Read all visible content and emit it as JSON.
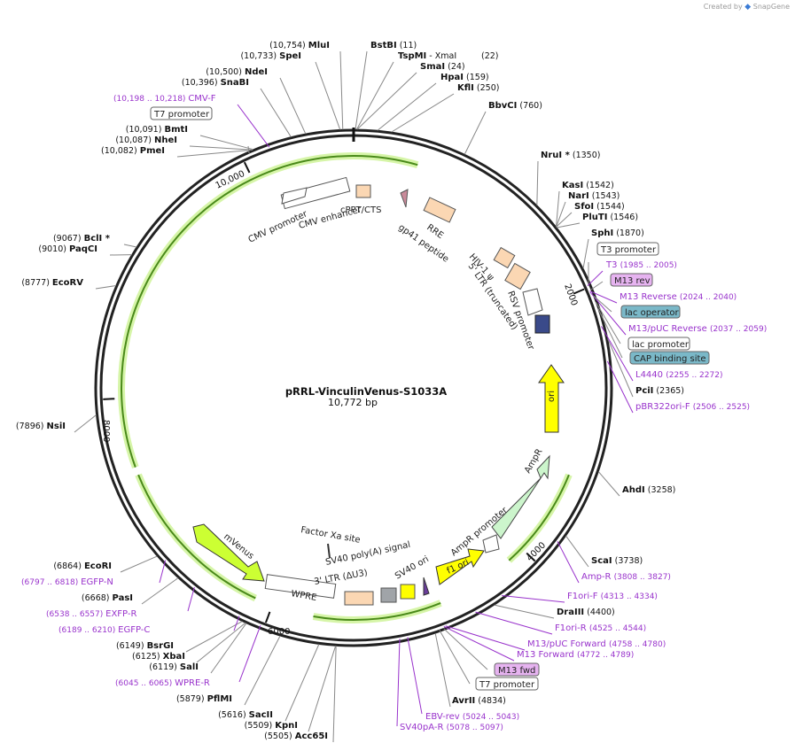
{
  "brand": {
    "created_by": "Created by",
    "app": "SnapGene"
  },
  "plasmid": {
    "name": "pRRL-VinculinVenus-S1033A",
    "length": "10,772 bp"
  },
  "ticks": [
    "2000",
    "4000",
    "6000",
    "8000",
    "10,000"
  ],
  "sites": [
    {
      "pos": "(10,754)",
      "name": "MluI"
    },
    {
      "pos": "(10,733)",
      "name": "SpeI"
    },
    {
      "pos": "(10,500)",
      "name": "NdeI"
    },
    {
      "pos": "(10,396)",
      "name": "SnaBI"
    },
    {
      "name": "BstBI",
      "pos": "(11)"
    },
    {
      "name": "TspMI",
      "pos": "- XmaI"
    },
    {
      "name": "",
      "pos": "(22)"
    },
    {
      "name": "SmaI",
      "pos": "(24)"
    },
    {
      "name": "HpaI",
      "pos": "(159)"
    },
    {
      "name": "KflI",
      "pos": "(250)"
    },
    {
      "name": "BbvCI",
      "pos": "(760)"
    },
    {
      "name": "NruI *",
      "pos": "(1350)"
    },
    {
      "name": "KasI",
      "pos": "(1542)"
    },
    {
      "name": "NarI",
      "pos": "(1543)"
    },
    {
      "name": "SfoI",
      "pos": "(1544)"
    },
    {
      "name": "PluTI",
      "pos": "(1546)"
    },
    {
      "name": "SphI",
      "pos": "(1870)"
    },
    {
      "name": "PciI",
      "pos": "(2365)"
    },
    {
      "name": "AhdI",
      "pos": "(3258)"
    },
    {
      "name": "ScaI",
      "pos": "(3738)"
    },
    {
      "name": "DraIII",
      "pos": "(4400)"
    },
    {
      "name": "AvrII",
      "pos": "(4834)"
    },
    {
      "pos": "(10,091)",
      "name": "BmtI"
    },
    {
      "pos": "(10,087)",
      "name": "NheI"
    },
    {
      "pos": "(10,082)",
      "name": "PmeI"
    },
    {
      "pos": "(9067)",
      "name": "BclI *"
    },
    {
      "pos": "(9010)",
      "name": "PaqCI"
    },
    {
      "pos": "(8777)",
      "name": "EcoRV"
    },
    {
      "pos": "(7896)",
      "name": "NsiI"
    },
    {
      "pos": "(6864)",
      "name": "EcoRI"
    },
    {
      "pos": "(6668)",
      "name": "PasI"
    },
    {
      "pos": "(6149)",
      "name": "BsrGI"
    },
    {
      "pos": "(6125)",
      "name": "XbaI"
    },
    {
      "pos": "(6119)",
      "name": "SalI"
    },
    {
      "pos": "(5879)",
      "name": "PflMI"
    },
    {
      "pos": "(5616)",
      "name": "SacII"
    },
    {
      "pos": "(5509)",
      "name": "KpnI"
    },
    {
      "pos": "(5505)",
      "name": "Acc65I"
    }
  ],
  "primers": [
    {
      "name": "CMV-F",
      "pos": "(10,198 .. 10,218)"
    },
    {
      "name": "T3",
      "pos": "(1985 .. 2005)"
    },
    {
      "name": "M13 Reverse",
      "pos": "(2024 .. 2040)"
    },
    {
      "name": "M13/pUC Reverse",
      "pos": "(2037 .. 2059)"
    },
    {
      "name": "L4440",
      "pos": "(2255 .. 2272)"
    },
    {
      "name": "pBR322ori-F",
      "pos": "(2506 .. 2525)"
    },
    {
      "name": "Amp-R",
      "pos": "(3808 .. 3827)"
    },
    {
      "name": "F1ori-F",
      "pos": "(4313 .. 4334)"
    },
    {
      "name": "F1ori-R",
      "pos": "(4525 .. 4544)"
    },
    {
      "name": "M13/pUC Forward",
      "pos": "(4758 .. 4780)"
    },
    {
      "name": "M13 Forward",
      "pos": "(4772 .. 4789)"
    },
    {
      "name": "EBV-rev",
      "pos": "(5024 .. 5043)"
    },
    {
      "name": "SV40pA-R",
      "pos": "(5078 .. 5097)"
    },
    {
      "name": "EGFP-N",
      "pos": "(6797 .. 6818)"
    },
    {
      "name": "EXFP-R",
      "pos": "(6538 .. 6557)"
    },
    {
      "name": "EGFP-C",
      "pos": "(6189 .. 6210)"
    },
    {
      "name": "WPRE-R",
      "pos": "(6045 .. 6065)"
    }
  ],
  "boxed": [
    "T7 promoter",
    "T3 promoter",
    "M13 rev",
    "lac operator",
    "lac promoter",
    "CAP binding site",
    "M13 fwd",
    "T7 promoter"
  ],
  "features": [
    "CMV promoter",
    "CMV enhancer",
    "cPPT/CTS",
    "RRE",
    "gp41 peptide",
    "HIV-1 ψ",
    "5' LTR (truncated)",
    "RSV promoter",
    "ori",
    "AmpR",
    "AmpR promoter",
    "f1 ori",
    "SV40 ori",
    "SV40 poly(A) signal",
    "3' LTR (ΔU3)",
    "WPRE",
    "mVenus",
    "Factor Xa site"
  ],
  "colors": {
    "primer": "#9933cc",
    "orf": "#ccff33",
    "cds_arrow": "#9bd24b",
    "lac_operator_box": "#7ab8c8",
    "m13_box": "#e6b3f0"
  }
}
